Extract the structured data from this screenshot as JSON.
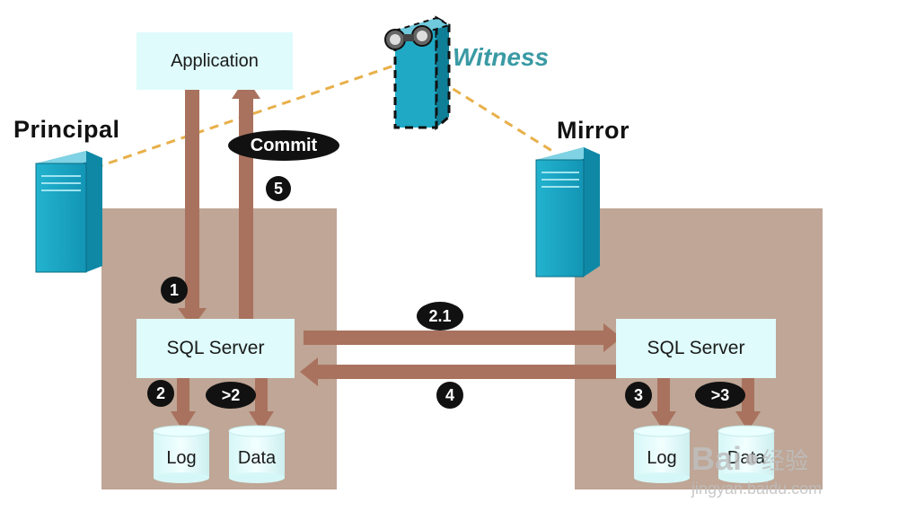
{
  "application_label": "Application",
  "principal_label": "Principal",
  "mirror_label": "Mirror",
  "witness_label": "Witness",
  "sql_server_left": "SQL Server",
  "sql_server_right": "SQL Server",
  "commit_label": "Commit",
  "steps": {
    "s1": "1",
    "s2": "2",
    "s2gt": ">2",
    "s21": "2.1",
    "s3": "3",
    "s3gt": ">3",
    "s4": "4",
    "s5": "5"
  },
  "storage": {
    "left_log": "Log",
    "left_data": "Data",
    "right_log": "Log",
    "right_data": "Data"
  },
  "watermark": {
    "brand": "Bai",
    "brand_suffix": "经验",
    "url": "jingyan.baidu.com"
  },
  "colors": {
    "arrow": "#a9725e",
    "panel": "#bfa696",
    "box": "#dffbfb",
    "server": "#1aa7c4",
    "dashed_line": "#e8b04a",
    "witness_text": "#3a9aa4"
  }
}
